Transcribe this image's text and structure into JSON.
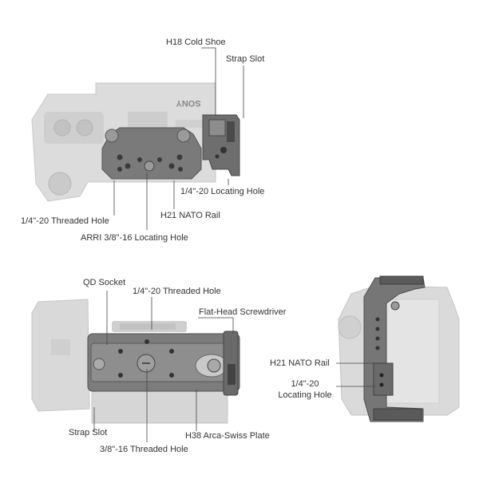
{
  "colors": {
    "camera_ghost": "#d9d9d9",
    "camera_ghost_dark": "#bfbfbf",
    "cage_metal": "#7a7a7a",
    "cage_metal_dark": "#555555",
    "cage_metal_light": "#9a9a9a",
    "leader_line": "#444444",
    "label_text": "#333333"
  },
  "top_view": {
    "brand": "SONY",
    "labels": {
      "cold_shoe": "H18 Cold Shoe",
      "strap_slot": "Strap Slot",
      "locating_hole": "1/4\"-20 Locating Hole",
      "threaded_hole": "1/4\"-20 Threaded Hole",
      "nato_rail": "H21 NATO Rail",
      "arri_hole": "ARRI 3/8\"-16 Locating Hole"
    }
  },
  "bottom_view": {
    "labels": {
      "qd_socket": "QD Socket",
      "threaded_hole": "1/4\"-20 Threaded Hole",
      "screwdriver": "Flat-Head Screwdriver",
      "strap_slot": "Strap Slot",
      "threaded_hole_38": "3/8\"-16 Threaded Hole",
      "arca_plate": "H38 Arca-Swiss Plate"
    }
  },
  "side_view": {
    "labels": {
      "nato_rail": "H21 NATO Rail",
      "locating_hole_line1": "1/4\"-20",
      "locating_hole_line2": "Locating Hole"
    }
  }
}
